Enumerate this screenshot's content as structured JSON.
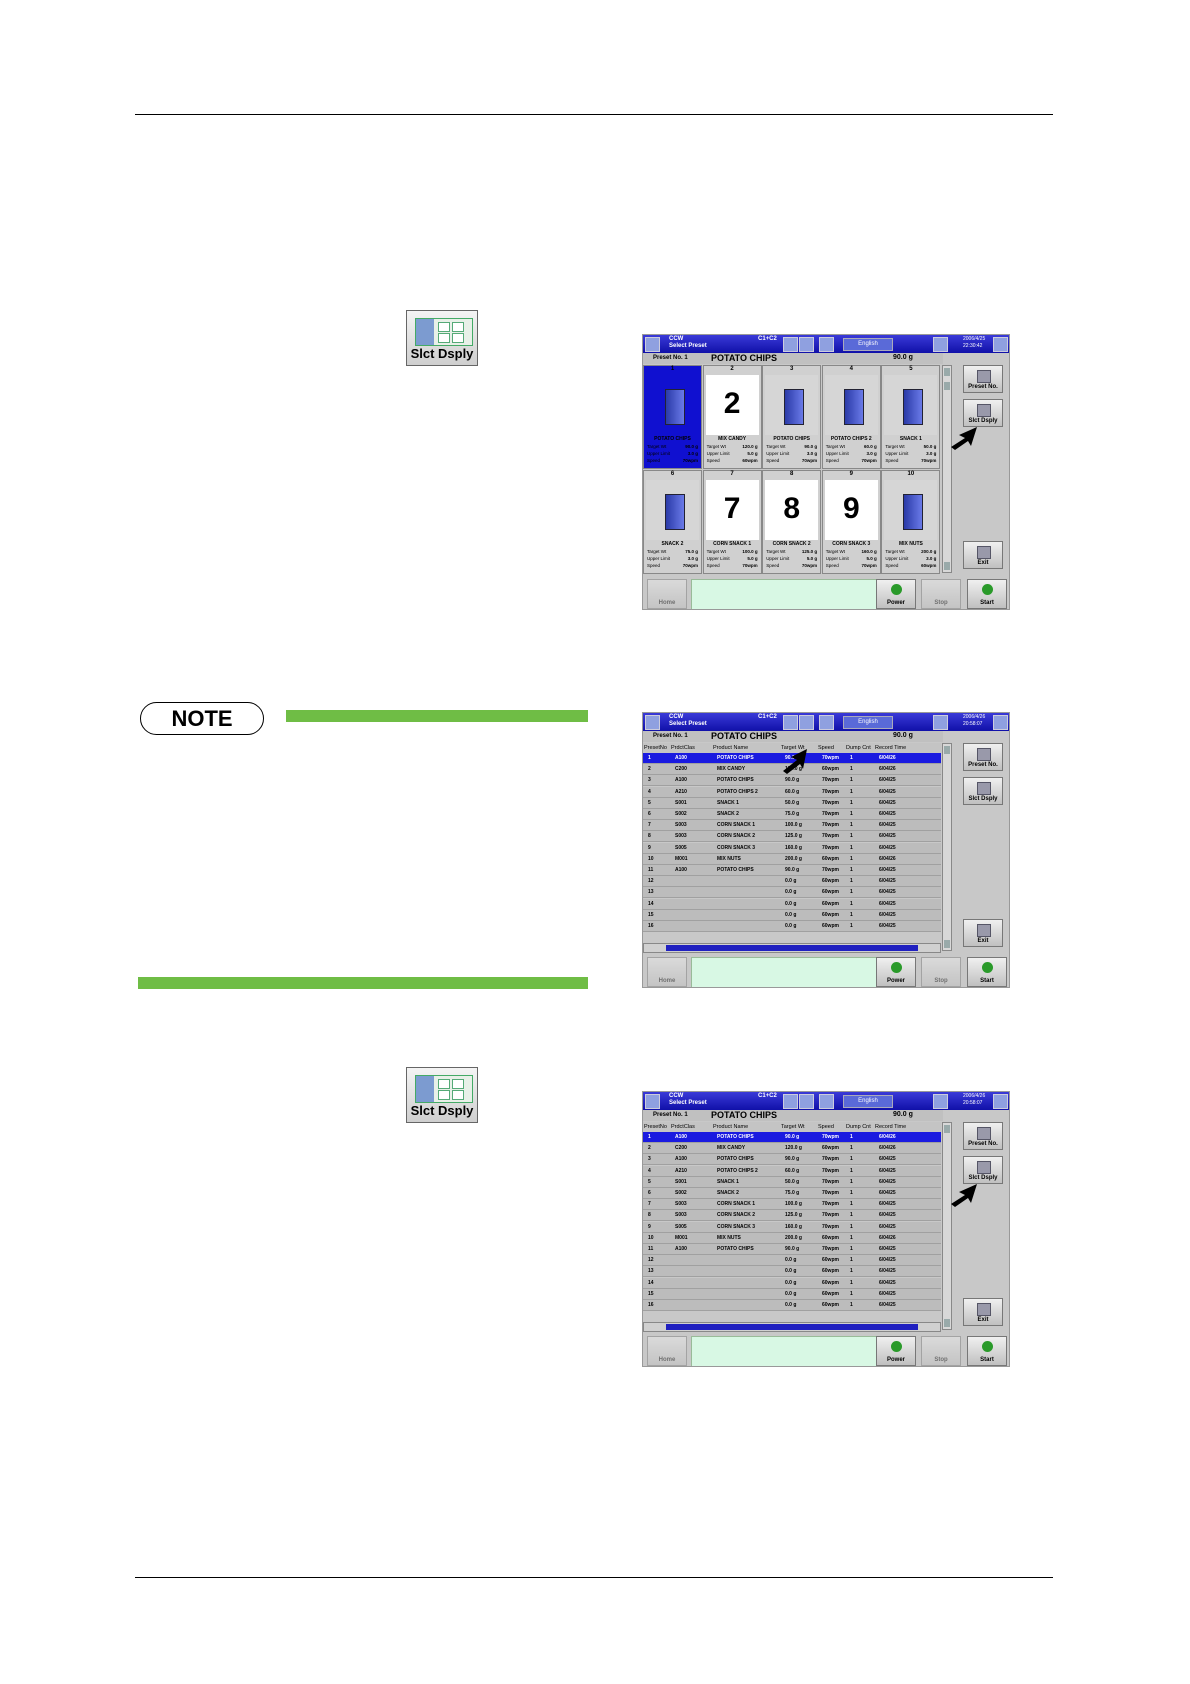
{
  "key_label": "Slct Dsply",
  "note_label": "NOTE",
  "screen": {
    "title_line1": "CCW",
    "title_line2": "Select Preset",
    "group": "C1+C2",
    "language": "English",
    "date1": "2006/4/25",
    "time1": "22:30:42",
    "date2": "2006/4/26",
    "time2": "20:58:07",
    "preset_no_label": "Preset No. 1",
    "product": "POTATO CHIPS",
    "weight": "90.0 g",
    "btn_preset_no": "Preset No.",
    "btn_slct_dsply": "Slct Dsply",
    "btn_exit": "Exit",
    "btn_power": "Power",
    "btn_start": "Start",
    "btn_stop": "Stop",
    "btn_home": "Home"
  },
  "tiles": [
    {
      "num": "1",
      "name": "POTATO CHIPS",
      "target": "90.0 g",
      "upper": "3.0 g",
      "speed": "70wpm",
      "style": "sel",
      "big": ""
    },
    {
      "num": "2",
      "name": "MIX CANDY",
      "target": "120.0 g",
      "upper": "5.0 g",
      "speed": "60wpm",
      "style": "white",
      "big": "2"
    },
    {
      "num": "3",
      "name": "POTATO CHIPS",
      "target": "90.0 g",
      "upper": "3.0 g",
      "speed": "70wpm",
      "style": "bag",
      "big": ""
    },
    {
      "num": "4",
      "name": "POTATO CHIPS 2",
      "target": "60.0 g",
      "upper": "3.0 g",
      "speed": "70wpm",
      "style": "bag",
      "big": ""
    },
    {
      "num": "5",
      "name": "SNACK 1",
      "target": "50.0 g",
      "upper": "3.0 g",
      "speed": "70wpm",
      "style": "bag",
      "big": ""
    },
    {
      "num": "6",
      "name": "SNACK 2",
      "target": "75.0 g",
      "upper": "3.0 g",
      "speed": "70wpm",
      "style": "bag",
      "big": ""
    },
    {
      "num": "7",
      "name": "CORN SNACK 1",
      "target": "100.0 g",
      "upper": "5.0 g",
      "speed": "70wpm",
      "style": "white",
      "big": "7"
    },
    {
      "num": "8",
      "name": "CORN SNACK 2",
      "target": "125.0 g",
      "upper": "5.0 g",
      "speed": "70wpm",
      "style": "white",
      "big": "8"
    },
    {
      "num": "9",
      "name": "CORN SNACK 3",
      "target": "160.0 g",
      "upper": "5.0 g",
      "speed": "70wpm",
      "style": "white",
      "big": "9"
    },
    {
      "num": "10",
      "name": "MIX NUTS",
      "target": "200.0 g",
      "upper": "3.0 g",
      "speed": "60wpm",
      "style": "bag",
      "big": ""
    }
  ],
  "tile_labels": {
    "target": "Target Wt",
    "upper": "Upper Limit",
    "speed": "Speed"
  },
  "table": {
    "headers": [
      "PresetNo",
      "PrdctClas",
      "Product Name",
      "Target Wt",
      "Speed",
      "Dump Cnt",
      "Record Time"
    ],
    "rows": [
      [
        "1",
        "A100",
        "POTATO CHIPS",
        "90.0 g",
        "70wpm",
        "1",
        "6/04/26"
      ],
      [
        "2",
        "C200",
        "MIX CANDY",
        "120.0 g",
        "60wpm",
        "1",
        "6/04/26"
      ],
      [
        "3",
        "A100",
        "POTATO CHIPS",
        "90.0 g",
        "70wpm",
        "1",
        "6/04/25"
      ],
      [
        "4",
        "A210",
        "POTATO CHIPS 2",
        "60.0 g",
        "70wpm",
        "1",
        "6/04/25"
      ],
      [
        "5",
        "S001",
        "SNACK 1",
        "50.0 g",
        "70wpm",
        "1",
        "6/04/25"
      ],
      [
        "6",
        "S002",
        "SNACK 2",
        "75.0 g",
        "70wpm",
        "1",
        "6/04/25"
      ],
      [
        "7",
        "S003",
        "CORN SNACK 1",
        "100.0 g",
        "70wpm",
        "1",
        "6/04/25"
      ],
      [
        "8",
        "S003",
        "CORN SNACK 2",
        "125.0 g",
        "70wpm",
        "1",
        "6/04/25"
      ],
      [
        "9",
        "S005",
        "CORN SNACK 3",
        "160.0 g",
        "70wpm",
        "1",
        "6/04/25"
      ],
      [
        "10",
        "M001",
        "MIX NUTS",
        "200.0 g",
        "60wpm",
        "1",
        "6/04/26"
      ],
      [
        "11",
        "A100",
        "POTATO CHIPS",
        "90.0 g",
        "70wpm",
        "1",
        "6/04/25"
      ],
      [
        "12",
        "",
        "",
        "0.0 g",
        "60wpm",
        "1",
        "6/04/25"
      ],
      [
        "13",
        "",
        "",
        "0.0 g",
        "60wpm",
        "1",
        "6/04/25"
      ],
      [
        "14",
        "",
        "",
        "0.0 g",
        "60wpm",
        "1",
        "6/04/25"
      ],
      [
        "15",
        "",
        "",
        "0.0 g",
        "60wpm",
        "1",
        "6/04/25"
      ],
      [
        "16",
        "",
        "",
        "0.0 g",
        "60wpm",
        "1",
        "6/04/25"
      ]
    ]
  }
}
